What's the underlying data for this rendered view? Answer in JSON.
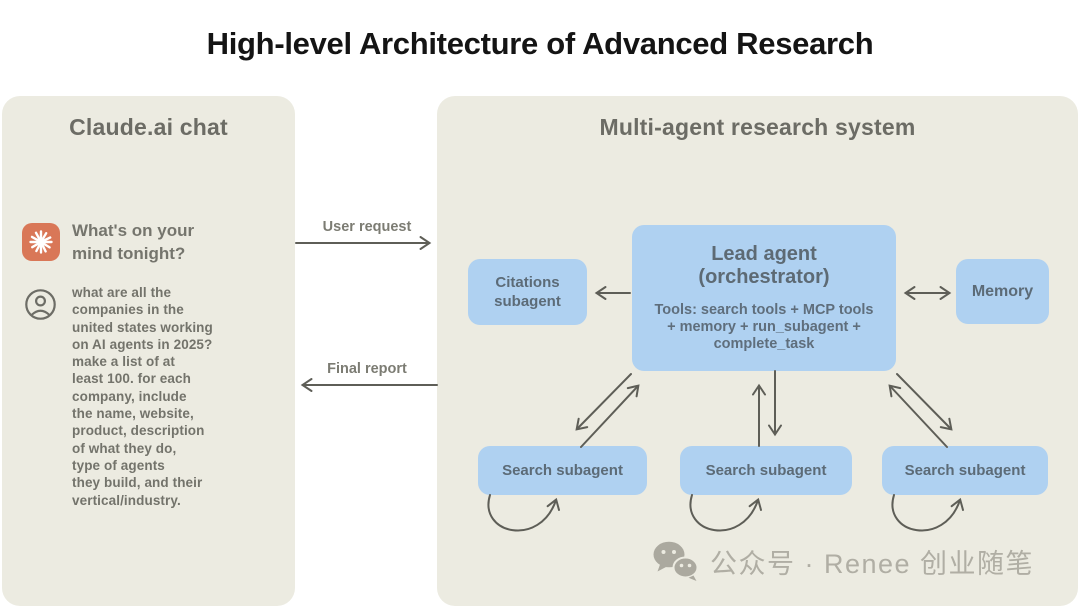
{
  "title": "High-level Architecture of Advanced Research",
  "left_panel": {
    "title": "Claude.ai chat",
    "claude_icon": "claude-spark-icon",
    "prompt": "What's on your\nmind tonight?",
    "user_icon": "person-icon",
    "user_message": "what are all the\ncompanies in the\nunited states working\non AI agents in 2025?\nmake a list of at\nleast 100. for each\ncompany, include\nthe name, website,\nproduct, description\nof what they do,\ntype of agents\nthey build, and their\nvertical/industry."
  },
  "flow": {
    "user_request_label": "User request",
    "final_report_label": "Final report"
  },
  "right_panel": {
    "title": "Multi-agent research system",
    "lead_agent": {
      "title": "Lead agent\n(orchestrator)",
      "tools": "Tools: search tools + MCP tools\n+ memory + run_subagent +\ncomplete_task"
    },
    "citations_label": "Citations\nsubagent",
    "memory_label": "Memory",
    "search_subagents": [
      "Search subagent",
      "Search subagent",
      "Search subagent"
    ]
  },
  "watermark": {
    "icon": "wechat-icon",
    "text": "公众号 · Renee 创业随笔"
  },
  "colors": {
    "panel_bg": "#ECEBE1",
    "node_blue": "#AFD1F1",
    "node_text": "#5C6B77",
    "accent_orange": "#D97757",
    "arrow": "#5E5E57",
    "heading_gray": "#6C6C65",
    "watermark_gray": "#ADABA1"
  }
}
